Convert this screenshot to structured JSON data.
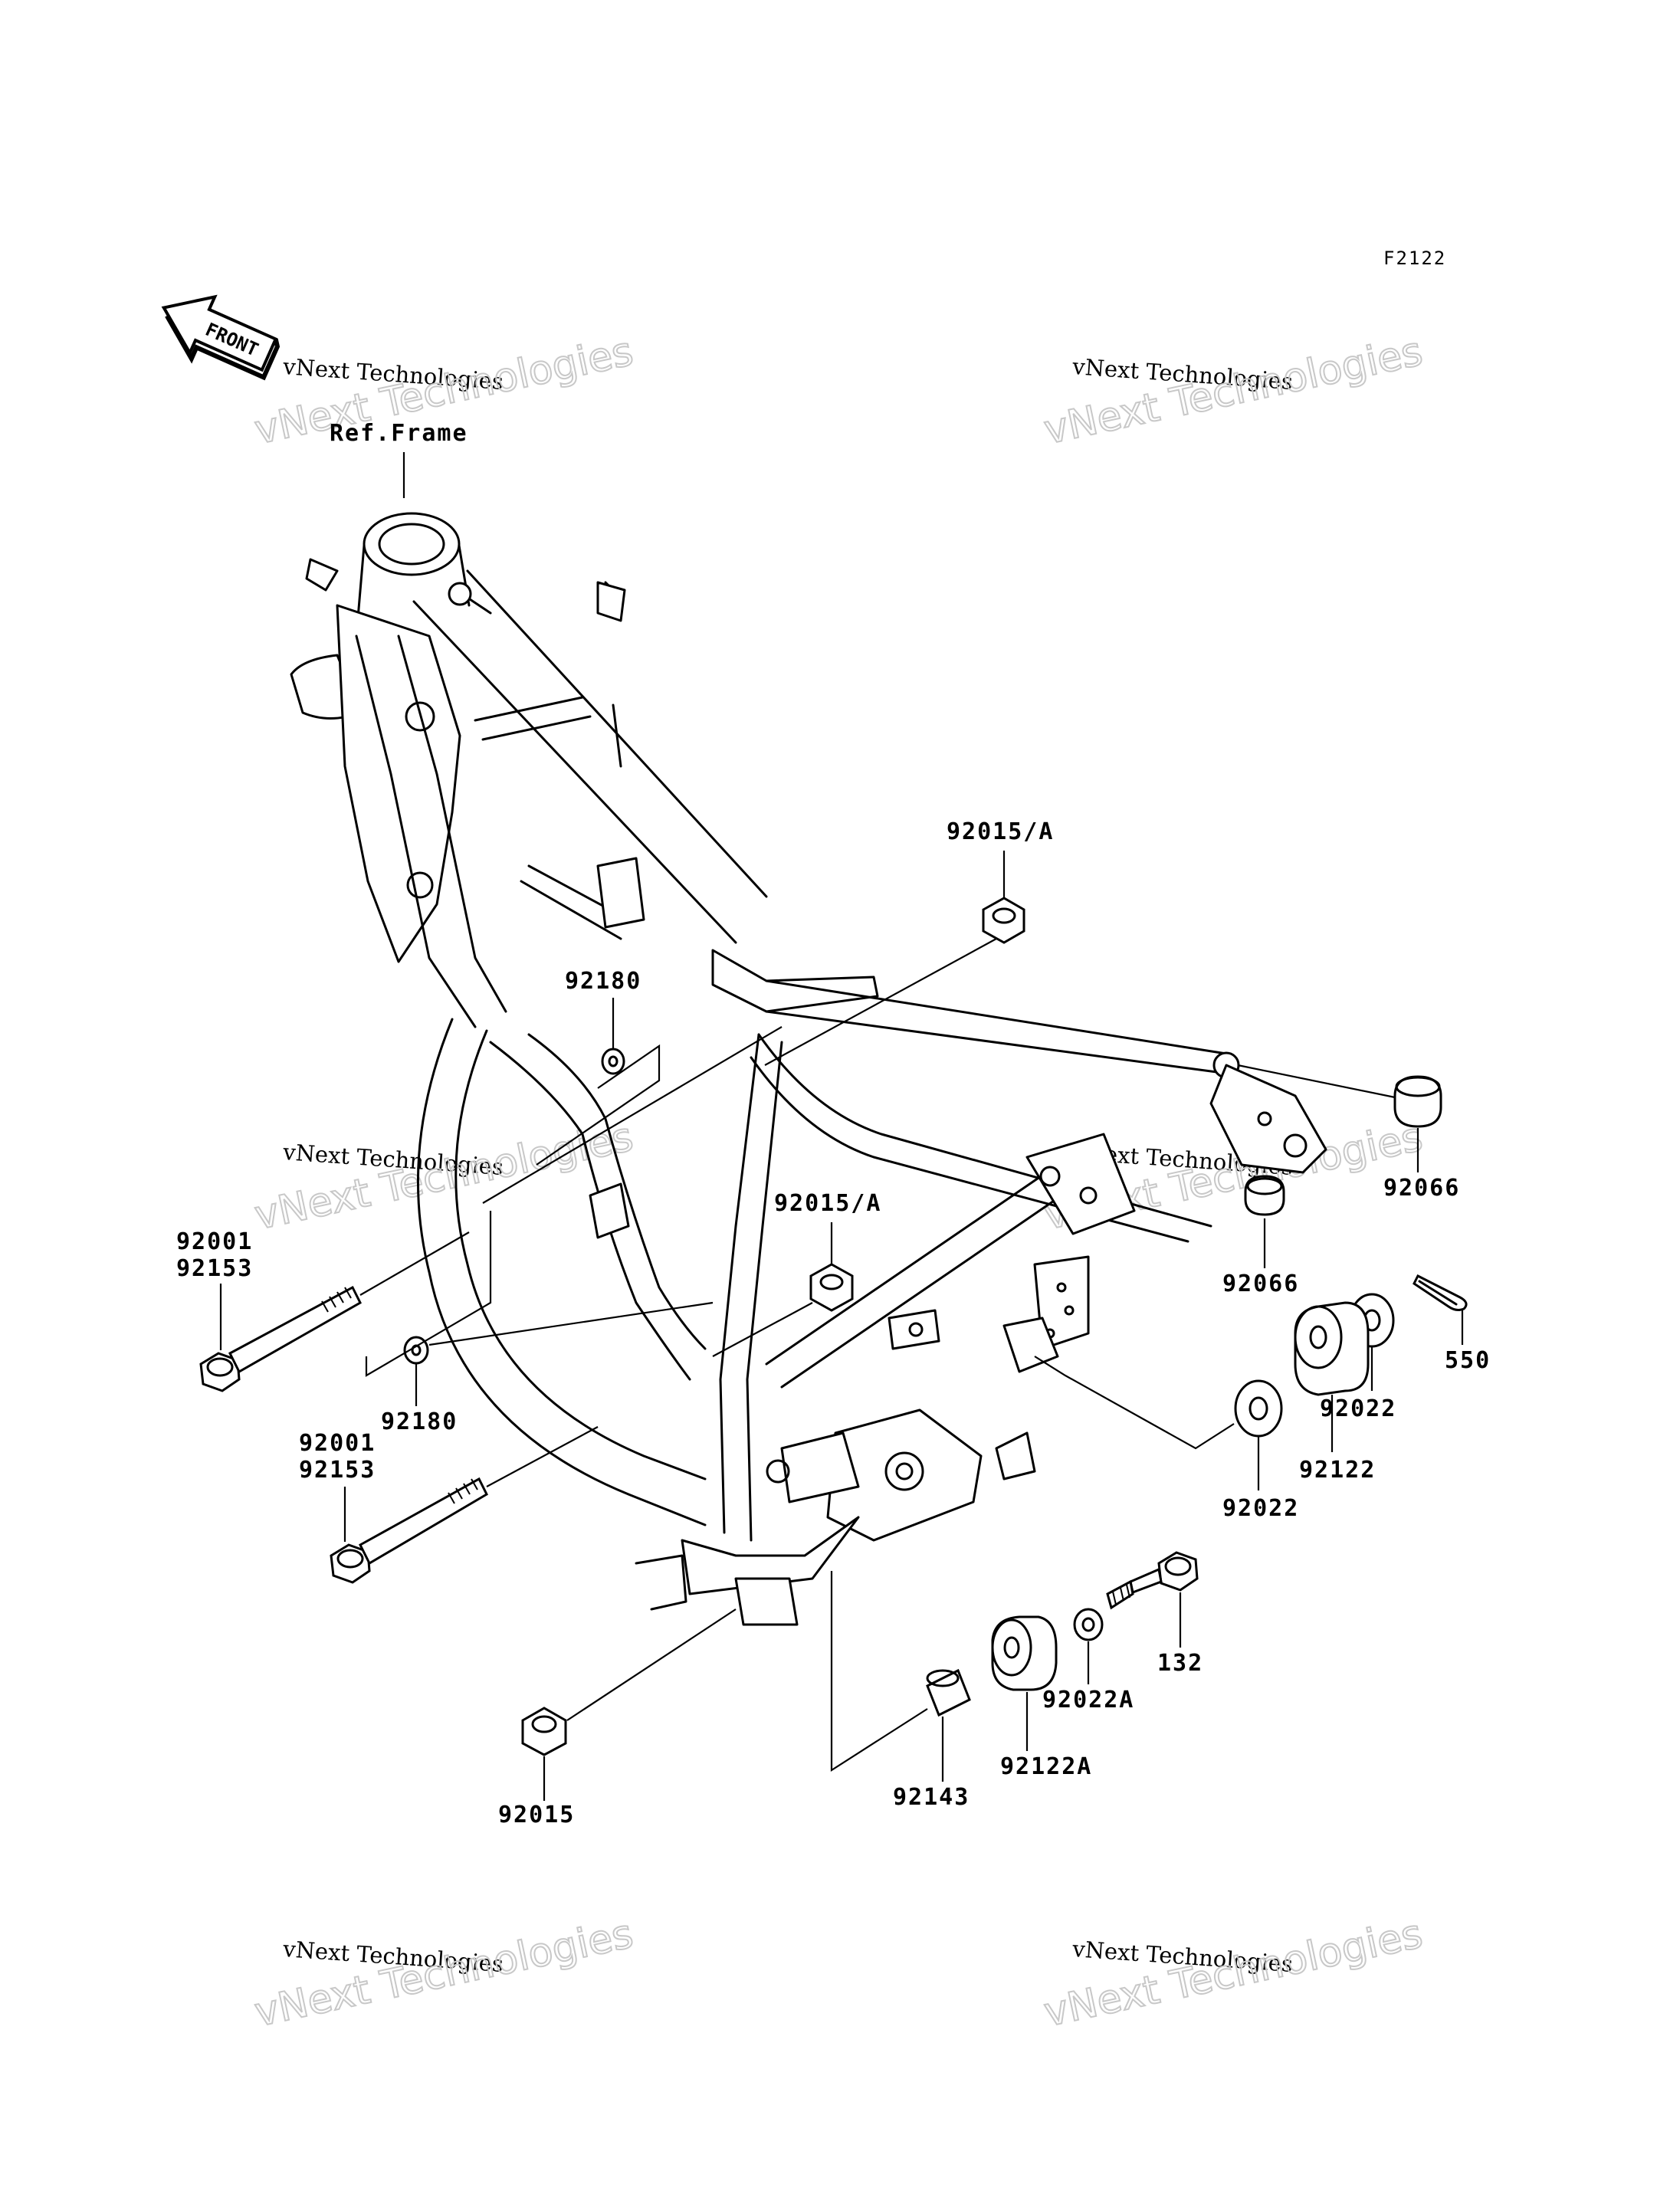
{
  "drawing_code": "F2122",
  "front_arrow": "FRONT",
  "ref_frame": "Ref.Frame",
  "watermark": {
    "line1": "vNext Technologies",
    "line2": "vNext Technologies"
  },
  "callouts": {
    "p92015a_top": "92015/A",
    "p92180_top": "92180",
    "p92066_right": "92066",
    "p92066_lower": "92066",
    "p92015a_mid": "92015/A",
    "p92001_a": "92001",
    "p92153_a": "92153",
    "p92180_low": "92180",
    "p550": "550",
    "p92022_r": "92022",
    "p92122": "92122",
    "p92022_l": "92022",
    "p92001_b": "92001",
    "p92153_b": "92153",
    "p132": "132",
    "p92022a": "92022A",
    "p92122a": "92122A",
    "p92143": "92143",
    "p92015": "92015"
  }
}
